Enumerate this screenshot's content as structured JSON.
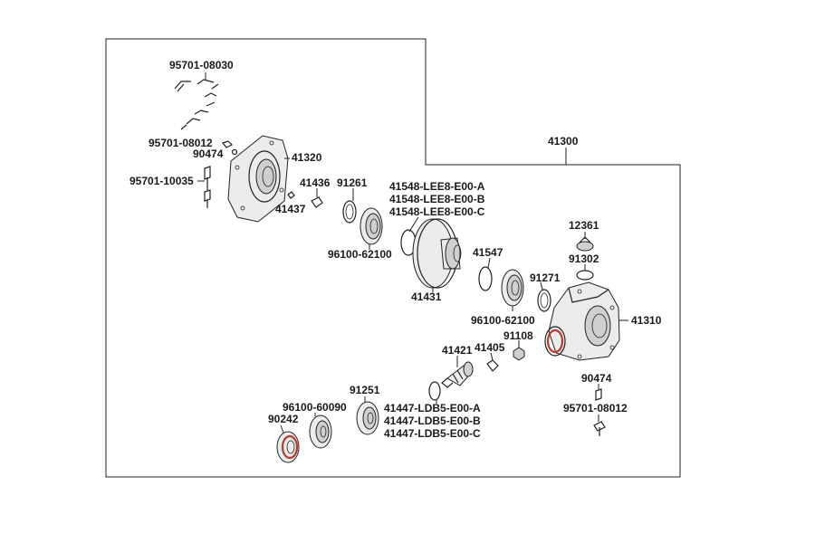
{
  "diagram": {
    "parts": {
      "bolt_set_top": "95701-08030",
      "bolt_small_top": "95701-08012",
      "washer_top": "90474",
      "bolt_long": "95701-10035",
      "cover_housing": "41320",
      "pin_41436": "41436",
      "pin_41437": "41437",
      "oring_91261": "91261",
      "bearing_left": "96100-62100",
      "shim_a": "41548-LEE8-E00-A",
      "shim_b": "41548-LEE8-E00-B",
      "shim_c": "41548-LEE8-E00-C",
      "ring_gear": "41431",
      "assembly": "41300",
      "snap_ring": "41547",
      "oring_91271": "91271",
      "bearing_right": "96100-62100",
      "breather": "12361",
      "ring_91302": "91302",
      "case_housing": "41310",
      "pinion": "41421",
      "clip_41405": "41405",
      "plug_91108": "91108",
      "washer_bottom": "90474",
      "bolt_small_bottom": "95701-08012",
      "seal_91251": "91251",
      "pinion_shim_a": "41447-LDB5-E00-A",
      "pinion_shim_b": "41447-LDB5-E00-B",
      "pinion_shim_c": "41447-LDB5-E00-C",
      "bearing_bottom": "96100-60090",
      "oil_seal": "90242"
    }
  }
}
